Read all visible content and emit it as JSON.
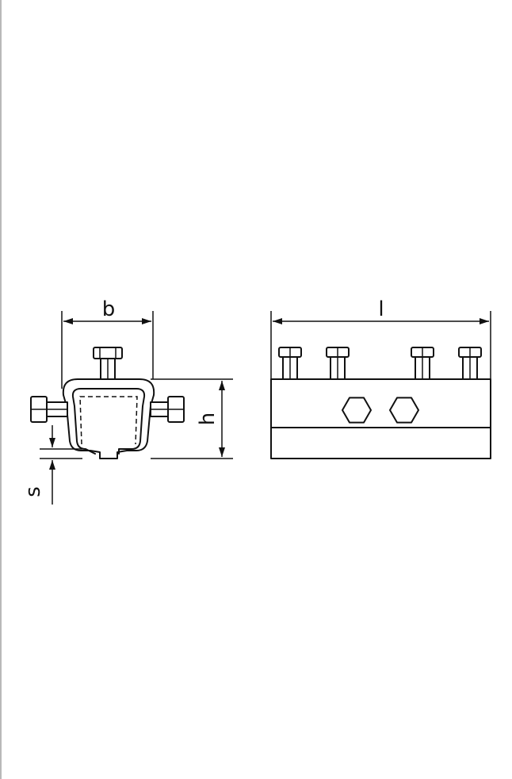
{
  "labels": {
    "width": "b",
    "height": "h",
    "thickness": "s",
    "length": "l"
  },
  "colors": {
    "line": "#111111",
    "background": "#ffffff",
    "page_edge": "#b9b9b9"
  }
}
